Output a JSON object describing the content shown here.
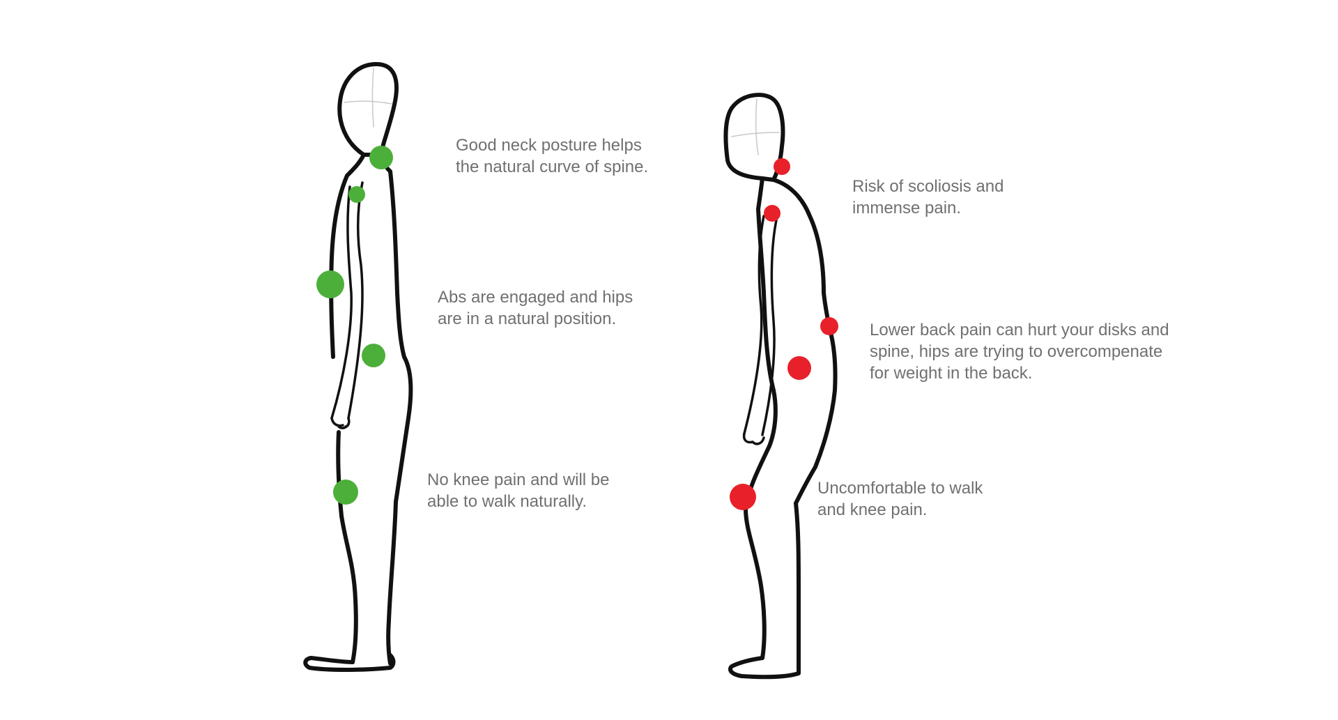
{
  "colors": {
    "good": "#4caf3a",
    "bad": "#e8202a",
    "text": "#707070",
    "outline": "#111111"
  },
  "good_posture": {
    "notes": [
      {
        "lines": [
          "Good neck posture helps",
          "the natural curve of spine."
        ]
      },
      {
        "lines": [
          "Abs are engaged and hips",
          "are in a natural position."
        ]
      },
      {
        "lines": [
          "No knee pain and will be",
          "able to walk naturally."
        ]
      }
    ]
  },
  "bad_posture": {
    "notes": [
      {
        "lines": [
          "Risk of scoliosis and",
          "immense pain."
        ]
      },
      {
        "lines": [
          "Lower back pain can hurt your disks and",
          "spine, hips are trying to overcompenate",
          "for weight in the back."
        ]
      },
      {
        "lines": [
          "Uncomfortable to walk",
          "and knee pain."
        ]
      }
    ]
  }
}
